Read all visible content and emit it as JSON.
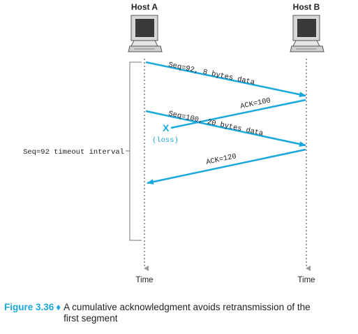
{
  "hosts": {
    "a": "Host A",
    "b": "Host B"
  },
  "messages": {
    "seg1": "Seq=92, 8 bytes data",
    "ack100": "ACK=100",
    "seg2": "Seq=100, 20 bytes data",
    "ack120": "ACK=120"
  },
  "loss": {
    "mark": "X",
    "label": "(loss)"
  },
  "timeout_label": "Seq=92 timeout interval",
  "time_label_a": "Time",
  "time_label_b": "Time",
  "caption": {
    "figure": "Figure 3.36",
    "text": "A cumulative acknowledgment avoids retransmission of the first segment"
  },
  "colors": {
    "arrow": "#1aa7dc",
    "timeline": "#9a9a9a"
  }
}
